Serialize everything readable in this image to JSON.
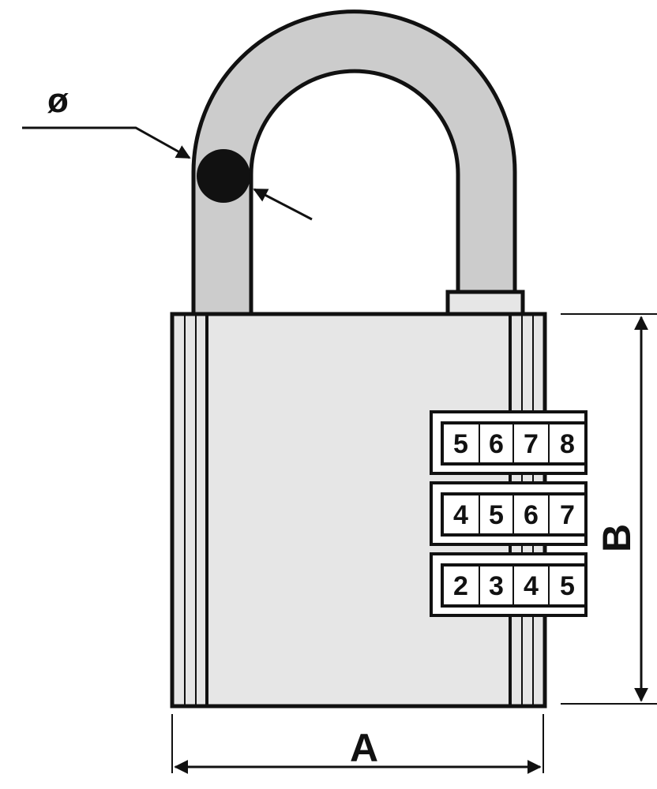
{
  "labels": {
    "diameter": "ø",
    "width": "A",
    "height": "B"
  },
  "dials": [
    [
      "5",
      "6",
      "7",
      "8"
    ],
    [
      "4",
      "5",
      "6",
      "7"
    ],
    [
      "2",
      "3",
      "4",
      "5"
    ]
  ],
  "colors": {
    "body": "#e6e6e6",
    "shackle": "#cccccc",
    "outline": "#111111"
  }
}
